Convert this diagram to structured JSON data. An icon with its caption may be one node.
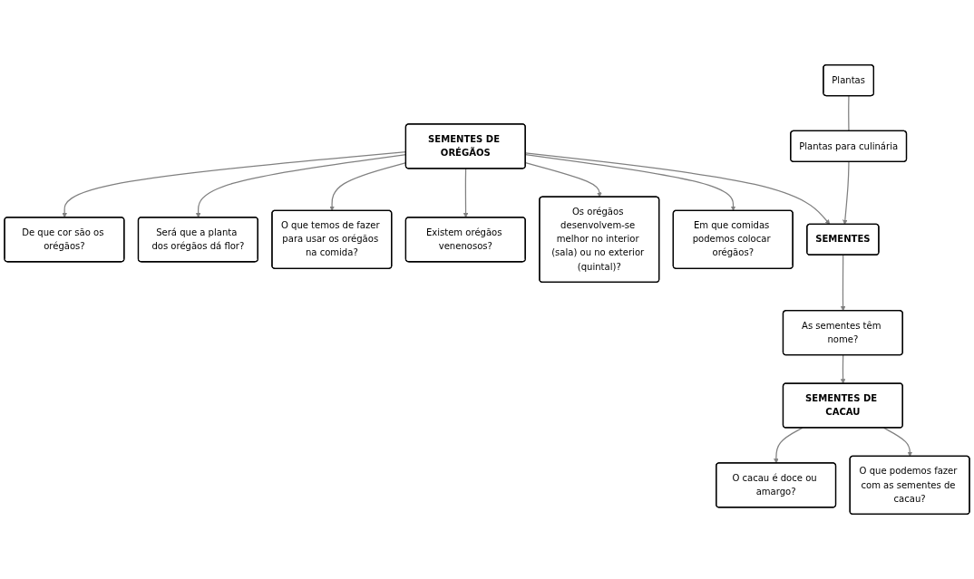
{
  "diagram": {
    "nodes": [
      {
        "text": [
          "De que cor são os orégãos?"
        ]
      },
      {
        "text": [
          "Será que a planta dos orégãos dá flor?"
        ]
      },
      {
        "text": [
          "O que temos de fazer para usar os orégãos na comida?"
        ]
      },
      {
        "text": [
          "SEMENTES DE ORÉGÃOS"
        ]
      },
      {
        "text": [
          "Existem orégãos venenosos?"
        ]
      },
      {
        "text": [
          "Os orégãos desenvolvem-se melhor no interior (sala) ou no exterior (quintal)?"
        ]
      },
      {
        "text": [
          "Em que comidas podemos colocar orégãos?"
        ]
      },
      {
        "text": [
          "Plantas"
        ]
      },
      {
        "text": [
          "Plantas para culinária"
        ]
      },
      {
        "text": [
          "SEMENTES"
        ]
      },
      {
        "text": [
          "As sementes têm nome?"
        ]
      },
      {
        "text": [
          "SEMENTES DE CACAU"
        ]
      },
      {
        "text": [
          "O cacau é doce ou amargo?"
        ]
      },
      {
        "text": [
          "O que podemos fazer com as sementes de cacau?"
        ]
      }
    ],
    "edges": [
      {
        "from": 3,
        "to": 0,
        "arrow": "to"
      },
      {
        "from": 3,
        "to": 1,
        "arrow": "to"
      },
      {
        "from": 3,
        "to": 2,
        "arrow": "to"
      },
      {
        "from": 3,
        "to": 4,
        "arrow": "to"
      },
      {
        "from": 3,
        "to": 5,
        "arrow": "to"
      },
      {
        "from": 3,
        "to": 6,
        "arrow": "to"
      },
      {
        "from": 3,
        "to": 9,
        "arrow": "to"
      },
      {
        "from": 7,
        "to": 8,
        "arrow": "none"
      },
      {
        "from": 8,
        "to": 9,
        "arrow": "to"
      },
      {
        "from": 9,
        "to": 10,
        "arrow": "to"
      },
      {
        "from": 10,
        "to": 11,
        "arrow": "to"
      },
      {
        "from": 11,
        "to": 12,
        "arrow": "to"
      },
      {
        "from": 11,
        "to": 13,
        "arrow": "to"
      }
    ]
  }
}
